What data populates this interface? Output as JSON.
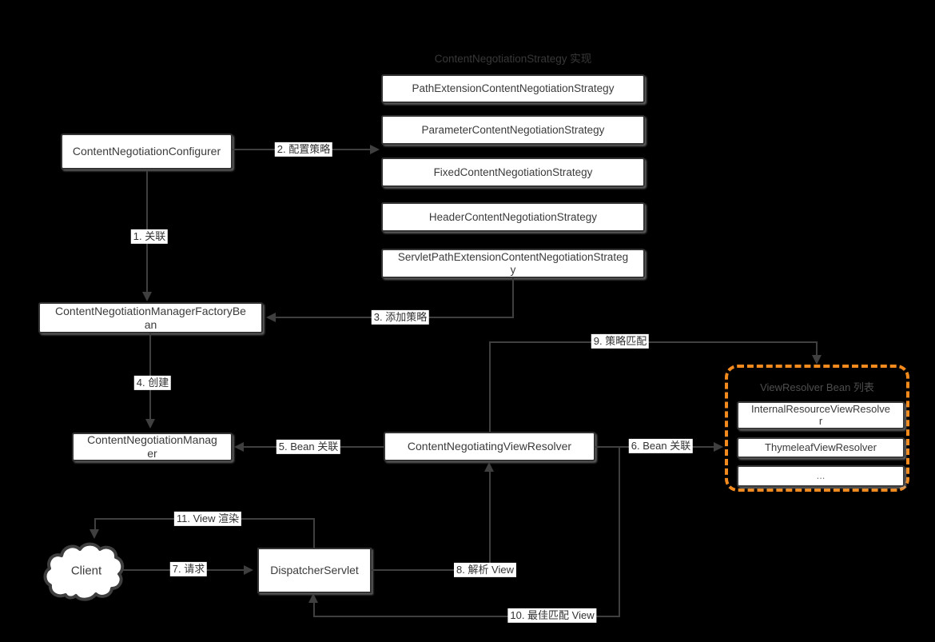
{
  "diagram": {
    "title": "ContentNegotiationStrategy 实现",
    "strategies": [
      "PathExtensionContentNegotiationStrategy",
      "ParameterContentNegotiationStrategy",
      "FixedContentNegotiationStrategy",
      "HeaderContentNegotiationStrategy",
      "ServletPathExtensionContentNegotiationStrategy"
    ],
    "nodes": {
      "configurer": "ContentNegotiationConfigurer",
      "factory_bean": "ContentNegotiationManagerFactoryBean",
      "manager": "ContentNegotiationManager",
      "negotiating_view_resolver": "ContentNegotiatingViewResolver",
      "dispatcher_servlet": "DispatcherServlet",
      "client": "Client"
    },
    "view_resolver_panel": {
      "title": "ViewResolver Bean 列表",
      "items": [
        "InternalResourceViewResolver",
        "ThymeleafViewResolver",
        "..."
      ]
    },
    "edge_labels": {
      "e1": "1. 关联",
      "e2": "2. 配置策略",
      "e3": "3. 添加策略",
      "e4": "4. 创建",
      "e5": "5. Bean 关联",
      "e6": "6. Bean 关联",
      "e7": "7. 请求",
      "e8": "8. 解析 View",
      "e9": "9. 策略匹配",
      "e10": "10. 最佳匹配 View",
      "e11": "11. View 渲染"
    },
    "colors": {
      "background": "#000000",
      "box_fill": "#FFFFFF",
      "box_border": "#333333",
      "line": "#3F3F3F",
      "accent_orange": "#F28A1E",
      "title_text": "#383838",
      "panel_title_text": "#4E4E4E"
    }
  }
}
